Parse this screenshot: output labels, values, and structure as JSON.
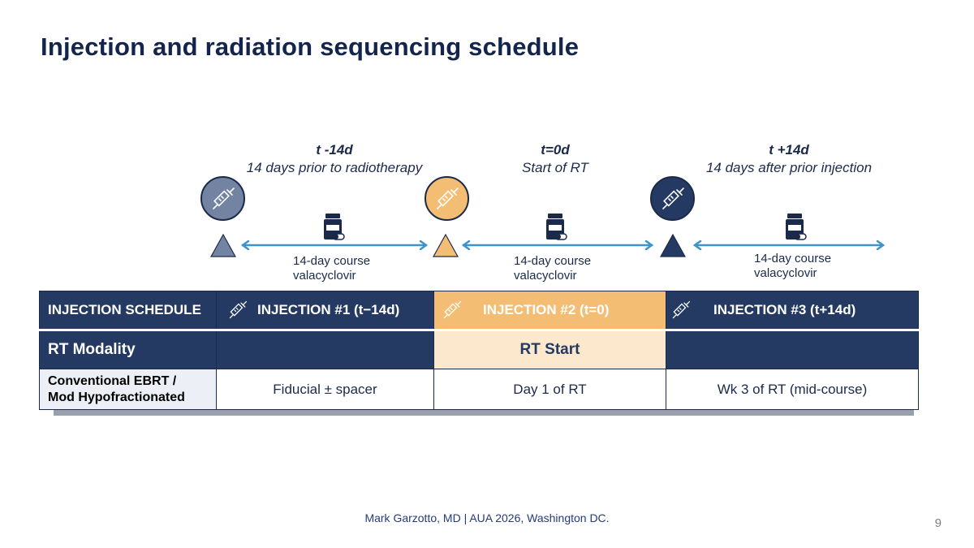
{
  "title": "Injection and radiation sequencing schedule",
  "colors": {
    "navy": "#253a63",
    "gray_blue": "#7384a3",
    "orange": "#f3be74",
    "light_orange": "#fbe8cd",
    "arrow_blue": "#3f93c9"
  },
  "timeline": {
    "phases": [
      {
        "time": "t -14d",
        "desc": "14 days prior to radiotherapy",
        "icon": "syringe-icon",
        "marker_color": "#7384a3"
      },
      {
        "time": "t=0d",
        "desc": "Start of RT",
        "icon": "syringe-icon",
        "marker_color": "#f3be74"
      },
      {
        "time": "t +14d",
        "desc": "14 days after prior injection",
        "icon": "syringe-icon",
        "marker_color": "#253a63"
      }
    ],
    "courses": [
      {
        "line1": "14-day course",
        "line2": "valacyclovir",
        "icon": "pill-bottle-icon"
      },
      {
        "line1": "14-day course",
        "line2": "valacyclovir",
        "icon": "pill-bottle-icon"
      },
      {
        "line1": "14-day course",
        "line2": "valacyclovir",
        "icon": "pill-bottle-icon"
      }
    ]
  },
  "table": {
    "header": [
      "INJECTION SCHEDULE",
      "INJECTION #1 (t−14d)",
      "INJECTION #2 (t=0)",
      "INJECTION #3 (t+14d)"
    ],
    "rt_row": [
      "RT Modality",
      "",
      "RT Start",
      ""
    ],
    "conv_row": {
      "label_line1": "Conventional EBRT /",
      "label_line2": "Mod Hypofractionated",
      "cells": [
        "Fiducial ± spacer",
        "Day 1 of RT",
        "Wk 3 of RT (mid-course)"
      ]
    }
  },
  "footer": "Mark Garzotto, MD |  AUA 2026, Washington DC.",
  "page_number": "9"
}
